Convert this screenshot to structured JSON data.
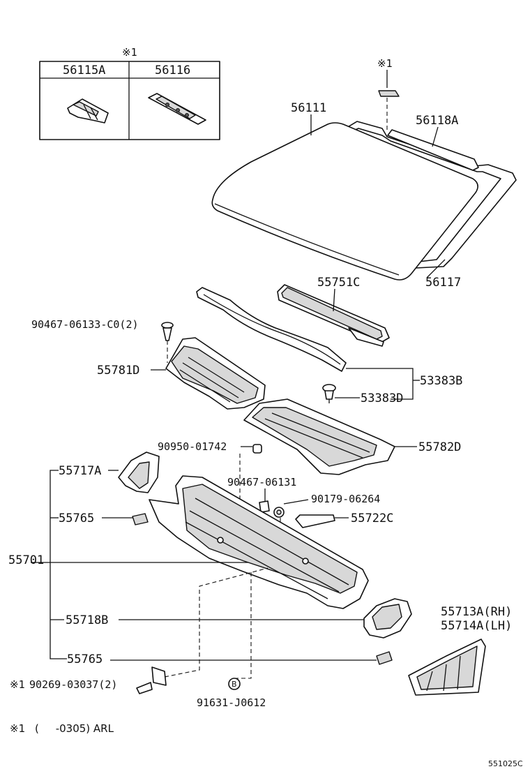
{
  "inset": {
    "note_mark": "※1",
    "col_left": "56115A",
    "col_right": "56116"
  },
  "labels": {
    "p56111": "56111",
    "p56118A": "56118A",
    "p56117": "56117",
    "mark_top": "※1",
    "p55751C": "55751C",
    "p90467_06133": "90467-06133-C0(2)",
    "p55781D": "55781D",
    "p53383B": "53383B",
    "p53383D": "53383D",
    "p90950": "90950-01742",
    "p55782D": "55782D",
    "p55717A": "55717A",
    "p90467_06131": "90467-06131",
    "p90179": "90179-06264",
    "p55765a": "55765",
    "p55722C": "55722C",
    "p55701": "55701",
    "p55718B": "55718B",
    "p55713A": "55713A(RH)",
    "p55714A": "55714A(LH)",
    "p55765b": "55765",
    "p90269_mark": "※1",
    "p90269": "90269-03037(2)",
    "p91631_circle": "B",
    "p91631": "91631-J0612"
  },
  "footnote": {
    "mark": "※1",
    "text": "(     -0305) ARL"
  },
  "figure_code": "551025C"
}
